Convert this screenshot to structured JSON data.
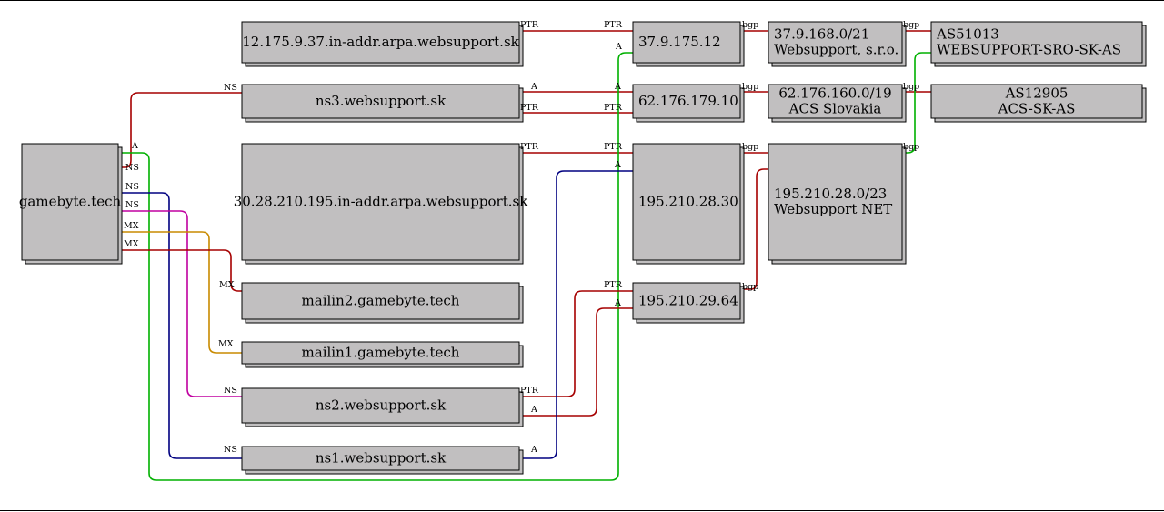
{
  "colors": {
    "PTR": "#a60000",
    "A": "#a60000",
    "A_green": "#00b000",
    "NS": "#a60000",
    "NS_navy": "#000080",
    "NS_magenta": "#c000a0",
    "MX": "#a60000",
    "MX_orange": "#c88a00",
    "bgp": "#a60000",
    "bgp_green": "#00b000",
    "node_fill": "#c1bfc0",
    "node_stroke": "#000000"
  },
  "nodes": [
    {
      "id": "gamebyte",
      "lines": [
        "gamebyte.tech"
      ]
    },
    {
      "id": "ptr37",
      "lines": [
        "12.175.9.37.in-addr.arpa.websupport.sk"
      ]
    },
    {
      "id": "ns3",
      "lines": [
        "ns3.websupport.sk"
      ]
    },
    {
      "id": "ptr195",
      "lines": [
        "30.28.210.195.in-addr.arpa.websupport.sk"
      ]
    },
    {
      "id": "mailin2",
      "lines": [
        "mailin2.gamebyte.tech"
      ]
    },
    {
      "id": "mailin1",
      "lines": [
        "mailin1.gamebyte.tech"
      ]
    },
    {
      "id": "ns2",
      "lines": [
        "ns2.websupport.sk"
      ]
    },
    {
      "id": "ns1",
      "lines": [
        "ns1.websupport.sk"
      ]
    },
    {
      "id": "ip37",
      "lines": [
        "37.9.175.12"
      ]
    },
    {
      "id": "ip62",
      "lines": [
        "62.176.179.10"
      ]
    },
    {
      "id": "ip19530",
      "lines": [
        "195.210.28.30"
      ]
    },
    {
      "id": "ip19564",
      "lines": [
        "195.210.29.64"
      ]
    },
    {
      "id": "net37",
      "lines": [
        "37.9.168.0/21",
        "Websupport, s.r.o."
      ]
    },
    {
      "id": "net62",
      "lines": [
        "62.176.160.0/19",
        "ACS Slovakia"
      ]
    },
    {
      "id": "net195",
      "lines": [
        "195.210.28.0/23",
        "Websupport NET"
      ]
    },
    {
      "id": "as51013",
      "lines": [
        "AS51013",
        "WEBSUPPORT-SRO-SK-AS"
      ]
    },
    {
      "id": "as12905",
      "lines": [
        "AS12905",
        "ACS-SK-AS"
      ]
    }
  ],
  "edges": [
    {
      "id": "ptr37-ip37",
      "type": "PTR",
      "from_label": "PTR",
      "to_label": "PTR"
    },
    {
      "id": "ip37-net37",
      "type": "bgp",
      "to_label": "bgp"
    },
    {
      "id": "net37-as51013",
      "type": "bgp",
      "to_label": "bgp"
    },
    {
      "id": "gamebyte-ns3",
      "type": "NS",
      "to_label": "NS"
    },
    {
      "id": "ns3-ip62",
      "type": "A",
      "from_label": "A",
      "to_label": "A"
    },
    {
      "id": "ip62-ns3",
      "type": "PTR",
      "from_label": "PTR",
      "to_label": "PTR"
    },
    {
      "id": "ip62-net62",
      "type": "bgp",
      "to_label": "bgp"
    },
    {
      "id": "net62-as12905",
      "type": "bgp",
      "to_label": "bgp"
    },
    {
      "id": "ptr195-ip19530",
      "type": "PTR",
      "from_label": "PTR",
      "to_label": "PTR"
    },
    {
      "id": "ip19530-net195",
      "type": "bgp",
      "to_label": "bgp"
    },
    {
      "id": "ip19564-net195",
      "type": "bgp",
      "to_label": "bgp"
    },
    {
      "id": "net195-as51013",
      "type": "bgp",
      "color": "bgp_green",
      "to_label": "bgp"
    },
    {
      "id": "gamebyte-ip37",
      "type": "A",
      "color": "A_green",
      "from_label": "A",
      "to_label": "A"
    },
    {
      "id": "gamebyte-ns1",
      "type": "NS",
      "color": "NS_navy",
      "from_label": "NS",
      "to_label": "NS"
    },
    {
      "id": "gamebyte-ns2",
      "type": "NS",
      "color": "NS_magenta",
      "from_label": "NS",
      "to_label": "NS"
    },
    {
      "id": "gamebyte-mailin1",
      "type": "MX",
      "color": "MX_orange",
      "from_label": "MX",
      "to_label": "MX"
    },
    {
      "id": "gamebyte-mailin2",
      "type": "MX",
      "from_label": "MX",
      "to_label": "MX"
    },
    {
      "id": "ns2-ip19564-ptr",
      "type": "PTR",
      "from_label": "PTR",
      "to_label": "PTR"
    },
    {
      "id": "ns2-ip19564-a",
      "type": "A",
      "from_label": "A",
      "to_label": "A"
    },
    {
      "id": "ns1-ip19530",
      "type": "A",
      "color": "NS_navy",
      "from_label": "A",
      "to_label": "A"
    },
    {
      "id": "gamebyte-ns3-from",
      "type": "NS",
      "from_label": "NS"
    }
  ]
}
